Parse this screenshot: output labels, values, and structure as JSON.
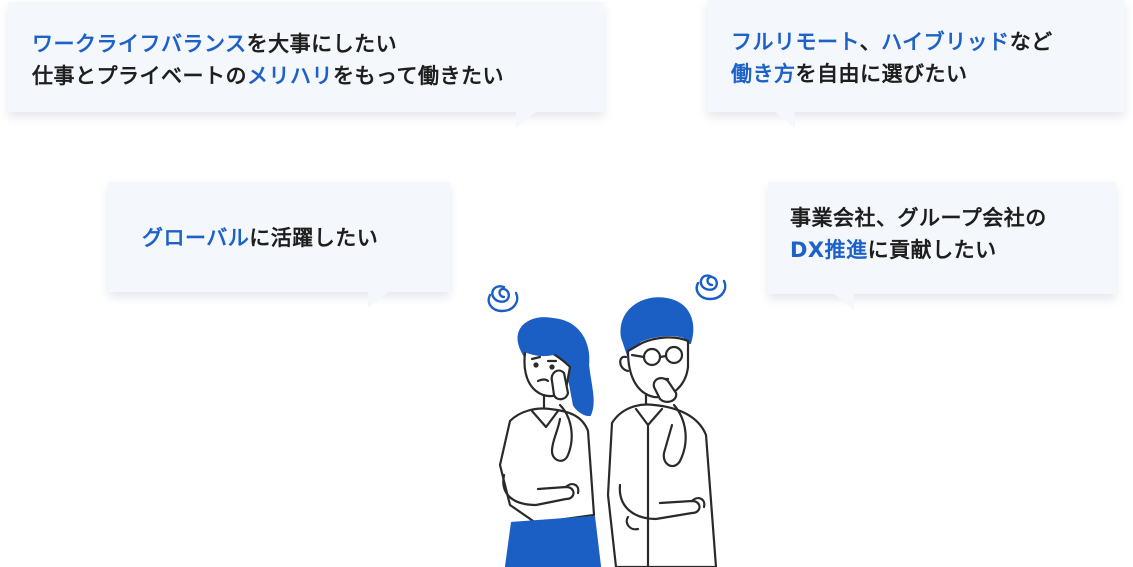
{
  "bubbles": [
    {
      "lines": [
        [
          "ワークライフバランス",
          "を大事にしたい"
        ],
        [
          "仕事とプライベートの",
          "メリハリ",
          "をもって働きたい"
        ]
      ]
    },
    {
      "lines": [
        [
          "フルリモート",
          "、",
          "ハイブリッド",
          "など"
        ],
        [
          "働き方",
          "を自由に選びたい"
        ]
      ]
    },
    {
      "lines": [
        [
          "グローバル",
          "に活躍したい"
        ]
      ]
    },
    {
      "lines": [
        [
          "事業会社、グループ会社の"
        ],
        [
          "DX推進",
          "に貢献したい"
        ]
      ]
    }
  ],
  "colors": {
    "highlight": "#1e62c8",
    "text": "#1e1e1e",
    "bubble_bg": "#f4f8fc",
    "hair": "#1b5fc4",
    "skirt": "#1b5fc4"
  },
  "illustration": {
    "subject": "two-people-thinking",
    "icons": [
      "dizzy-swirl-icon",
      "dizzy-swirl-icon"
    ]
  }
}
